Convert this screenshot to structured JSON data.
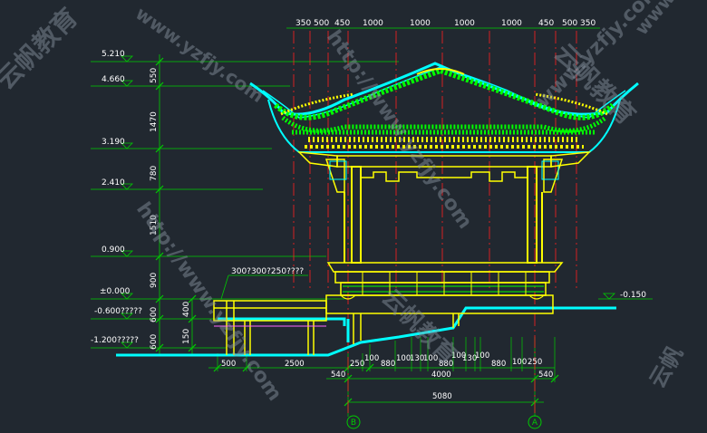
{
  "drawing": {
    "top_dims": [
      "350",
      "500",
      "450",
      "1000",
      "1000",
      "1000",
      "450",
      "500",
      "350"
    ],
    "elevation_labels": [
      "5.210",
      "4.660",
      "3.190",
      "2.410",
      "0.900",
      "±0.000",
      "-0.600?????",
      "-1.200?????"
    ],
    "vertical_dims": [
      "550",
      "1470",
      "780",
      "1510",
      "900",
      "600",
      "600",
      "400",
      "150"
    ],
    "step_note": "300?300?250????",
    "right_level": "-0.150",
    "bottom_dims_row1": [
      "500",
      "2500",
      "250",
      "100",
      "880",
      "100",
      "130",
      "100",
      "880",
      "100",
      "130",
      "100",
      "880",
      "100",
      "250"
    ],
    "bottom_dims_row2": [
      "540",
      "4000",
      "540"
    ],
    "total_dim": "5080",
    "axes": [
      "B",
      "A"
    ],
    "watermarks": [
      "www.yzfjy.com",
      "http://www.yzfjy.com",
      "http://www.yzfjy.com",
      "www.yzfjy.com",
      "云帆教育",
      "云帆教育",
      "www.yzfjy.com",
      "云帆教育",
      "云帆"
    ]
  },
  "colors": {
    "background": "#212830",
    "structure": "#ffff00",
    "roof_outline": "#00ffff",
    "roof_tiles": "#00ff00",
    "axis": "#ff2020",
    "dims": "#00cc00",
    "text": "#ffffff",
    "watermark": "#8c97a3"
  }
}
